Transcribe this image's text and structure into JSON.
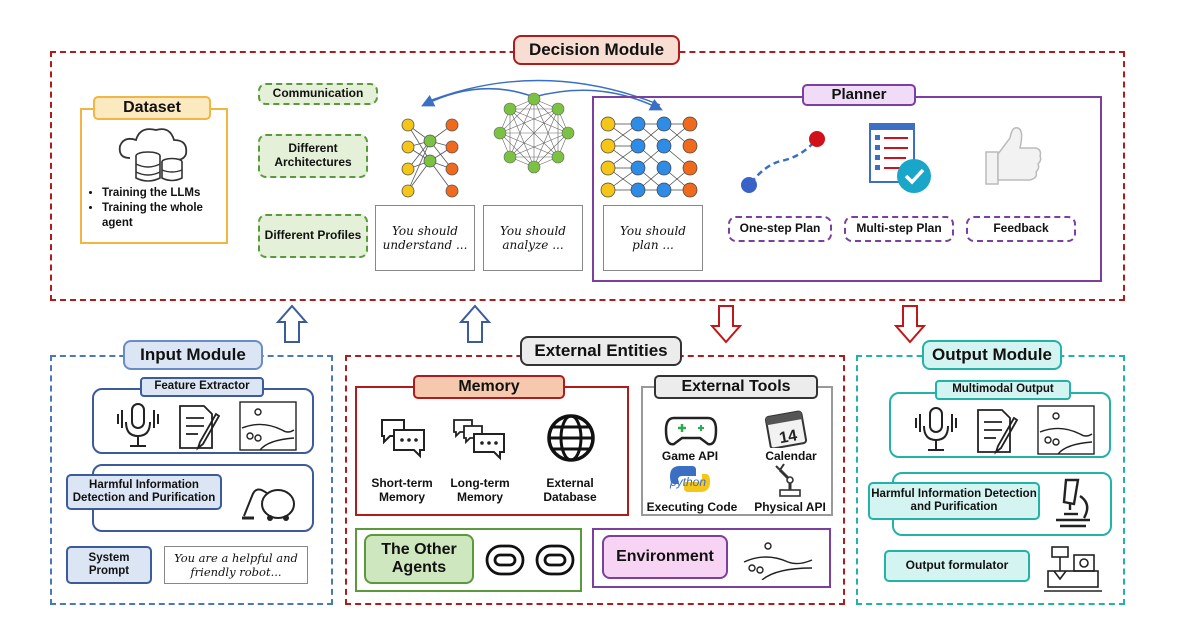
{
  "decision": {
    "title": "Decision Module",
    "dataset": {
      "title": "Dataset",
      "items": [
        "Training the LLMs",
        "Training the whole agent"
      ]
    },
    "communication": "Communication",
    "architectures": "Different Architectures",
    "profiles": "Different Profiles",
    "prompts": [
      "You should understand ...",
      "You should analyze ...",
      "You should plan ..."
    ],
    "planner": {
      "title": "Planner",
      "one_step": "One-step Plan",
      "multi_step": "Multi-step Plan",
      "feedback": "Feedback"
    }
  },
  "input": {
    "title": "Input Module",
    "feature_extractor": "Feature Extractor",
    "harmful": "Harmful Information Detection and Purification",
    "system_prompt": "System Prompt",
    "prompt_text": "You are a helpful and friendly robot..."
  },
  "external": {
    "title": "External Entities",
    "memory": {
      "title": "Memory",
      "short": "Short-term Memory",
      "long": "Long-term Memory",
      "database": "External Database"
    },
    "tools": {
      "title": "External Tools",
      "game": "Game API",
      "calendar": "Calendar",
      "calendar_day": "14",
      "python": "python",
      "code": "Executing Code",
      "physical": "Physical API"
    },
    "agents": "The Other Agents",
    "environment": "Environment"
  },
  "output": {
    "title": "Output Module",
    "multimodal": "Multimodal Output",
    "harmful": "Harmful Information Detection and Purification",
    "formulator": "Output formulator"
  },
  "colors": {
    "red": "#b01c1c",
    "blue": "#4a78b8",
    "teal": "#22b2a8",
    "purple": "#7b3fa0",
    "green": "#5a9a3c",
    "orange": "#f2b544"
  }
}
